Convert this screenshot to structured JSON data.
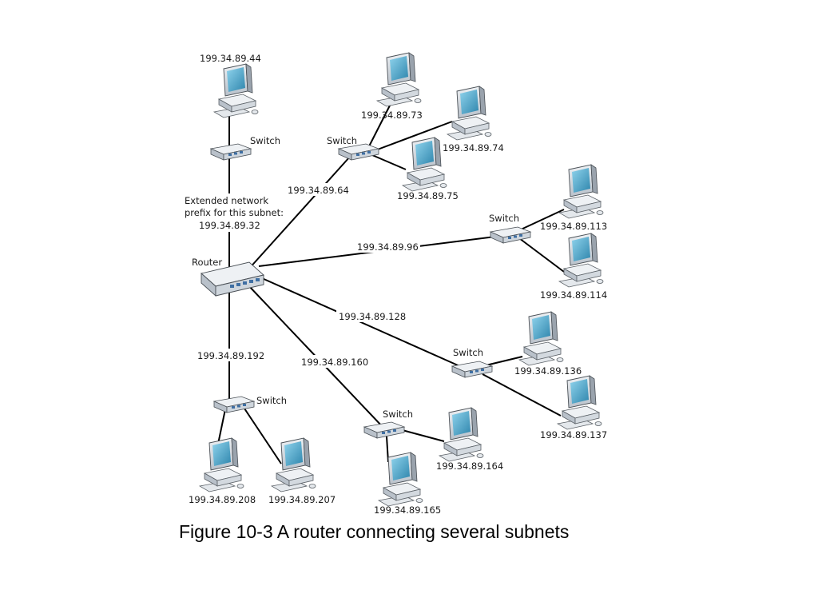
{
  "caption": "Figure 10-3 A router connecting several subnets",
  "router": {
    "label": "Router"
  },
  "switch_label": "Switch",
  "subnet_labels": {
    "top_left_line1": "Extended network",
    "top_left_line2": "prefix for this subnet:",
    "top_left_line3": "199.34.89.32",
    "upper": "199.34.89.64",
    "right": "199.34.89.96",
    "lower_right": "199.34.89.128",
    "lower": "199.34.89.160",
    "bottom_left": "199.34.89.192"
  },
  "hosts": {
    "h44": "199.34.89.44",
    "h73": "199.34.89.73",
    "h74": "199.34.89.74",
    "h75": "199.34.89.75",
    "h113": "199.34.89.113",
    "h114": "199.34.89.114",
    "h136": "199.34.89.136",
    "h137": "199.34.89.137",
    "h164": "199.34.89.164",
    "h165": "199.34.89.165",
    "h208": "199.34.89.208",
    "h207": "199.34.89.207"
  },
  "colors": {
    "line": "#000000",
    "screen": "#5fb3d4",
    "device": "#d8dde3"
  }
}
